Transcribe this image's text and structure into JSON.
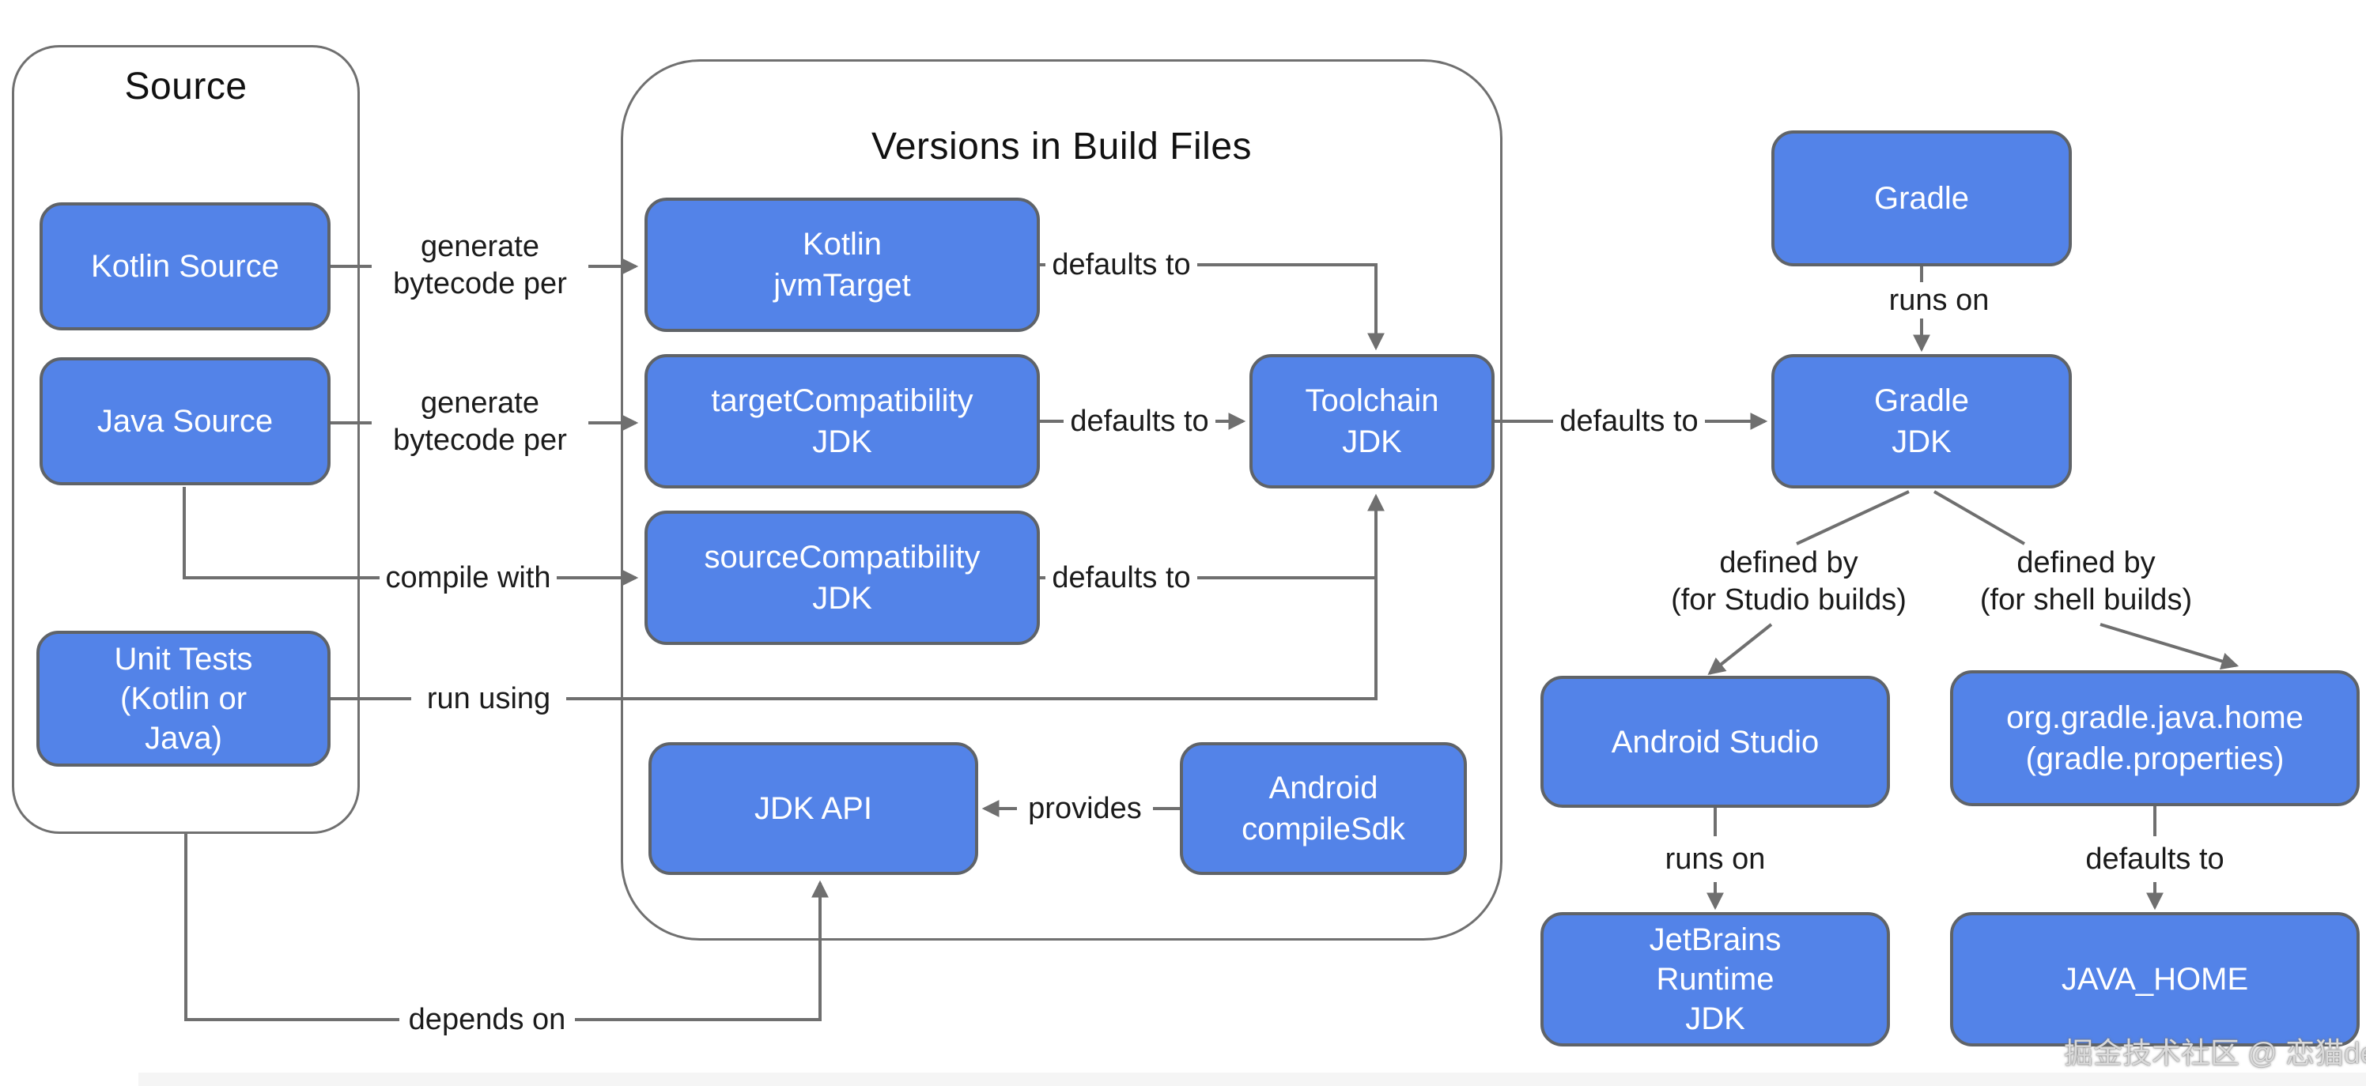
{
  "groups": {
    "source": {
      "title": "Source"
    },
    "build_files": {
      "title": "Versions in Build Files"
    }
  },
  "nodes": {
    "kotlin_source": {
      "line1": "Kotlin Source"
    },
    "java_source": {
      "line1": "Java Source"
    },
    "unit_tests": {
      "line1": "Unit Tests",
      "line2": "(Kotlin or",
      "line3": "Java)"
    },
    "kotlin_jvm_target": {
      "line1": "Kotlin",
      "line2": "jvmTarget"
    },
    "target_compatibility": {
      "line1": "targetCompatibility",
      "line2": "JDK"
    },
    "source_compatibility": {
      "line1": "sourceCompatibility",
      "line2": "JDK"
    },
    "jdk_api": {
      "line1": "JDK API"
    },
    "android_compile_sdk": {
      "line1": "Android",
      "line2": "compileSdk"
    },
    "toolchain_jdk": {
      "line1": "Toolchain",
      "line2": "JDK"
    },
    "gradle": {
      "line1": "Gradle"
    },
    "gradle_jdk": {
      "line1": "Gradle",
      "line2": "JDK"
    },
    "android_studio": {
      "line1": "Android Studio"
    },
    "org_gradle_java_home": {
      "line1": "org.gradle.java.home",
      "line2": "(gradle.properties)"
    },
    "jetbrains_runtime": {
      "line1": "JetBrains",
      "line2": "Runtime",
      "line3": "JDK"
    },
    "java_home": {
      "line1": "JAVA_HOME"
    }
  },
  "edge_labels": {
    "generate_bytecode_kotlin": {
      "line1": "generate",
      "line2": "bytecode per"
    },
    "generate_bytecode_java": {
      "line1": "generate",
      "line2": "bytecode per"
    },
    "compile_with": "compile with",
    "run_using": "run using",
    "depends_on": "depends on",
    "defaults_to_jvm_target": "defaults to",
    "defaults_to_target": "defaults to",
    "defaults_to_source": "defaults to",
    "defaults_to_gradle_jdk": "defaults to",
    "provides": "provides",
    "runs_on_gradle": "runs on",
    "runs_on_studio": "runs on",
    "defaults_to_java_home": "defaults to",
    "defined_by_studio": {
      "line1": "defined by",
      "line2": "(for Studio builds)"
    },
    "defined_by_shell": {
      "line1": "defined by",
      "line2": "(for shell builds)"
    }
  },
  "watermark": "掘金技术社区 @ 恋猫de小郭",
  "colors": {
    "node_fill": "#5383E8",
    "node_border": "#5f6368",
    "edge_line": "#6f6f6f",
    "label_text": "#1b1b1b",
    "node_text": "#ffffff",
    "watermark_text": "#d9d9d9",
    "background": "#ffffff"
  }
}
